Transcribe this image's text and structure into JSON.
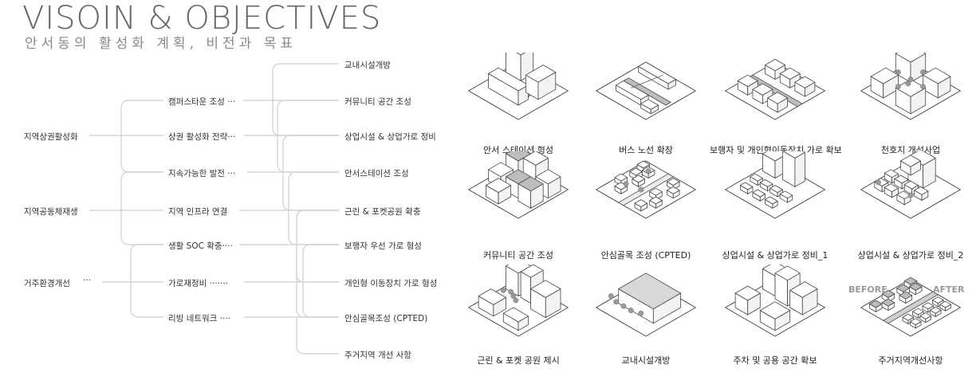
{
  "header": {
    "title": "VISOIN & OBJECTIVES",
    "subtitle": "안서동의 활성화 계획, 비전과 목표"
  },
  "goals": [
    "지역상권활성화",
    "지역공동체재생",
    "거주환경개선"
  ],
  "goal_suffix": "···",
  "strategies": [
    "캠퍼스타운 조성 ···",
    "상권 활성화 전략···",
    "지속가능한 발전 ···",
    "지역 인프라 연결",
    "생활 SOC 확충····",
    "가로재정비 ·······",
    "리빙 네트워크 ····"
  ],
  "actions": [
    "교내시설개방",
    "커뮤니티 공간 조성",
    "상업시설 & 상업가로 정비",
    "안서스테이션 조성",
    "근린 & 포켓공원 확충",
    "보행자 우선 가로 형성",
    "개인형 이동장치 가로 형성",
    "안심골목조성 (CPTED)",
    "주거지역 개선 사항"
  ],
  "images": [
    {
      "caption": "안서 스테이션  형성",
      "icon": "block-diagram-station"
    },
    {
      "caption": "버스 노선 확장",
      "icon": "block-diagram-bus-route"
    },
    {
      "caption": "보행자 및 개인형이동장치 가로 확보",
      "icon": "block-diagram-street"
    },
    {
      "caption": "천호지 개선사업",
      "icon": "block-diagram-lake"
    },
    {
      "caption": "커뮤니티 공간 조성",
      "icon": "block-diagram-community"
    },
    {
      "caption": "안심골목 조성 (CPTED)",
      "icon": "block-diagram-alley"
    },
    {
      "caption": "상업시설 & 상업가로 정비_1",
      "icon": "block-diagram-commercial-1"
    },
    {
      "caption": "상업시설 & 상업가로 정비_2",
      "icon": "block-diagram-commercial-2"
    },
    {
      "caption": "근린 & 포켓 공원 제시",
      "icon": "block-diagram-park"
    },
    {
      "caption": "교내시설개방",
      "icon": "block-diagram-campus"
    },
    {
      "caption": "주차 및 공용 공간 확보",
      "icon": "block-diagram-parking"
    },
    {
      "caption": "주거지역개선사항",
      "icon": "block-diagram-housing"
    }
  ],
  "before_after": {
    "before": "BEFORE",
    "after": "AFTER"
  },
  "colors": {
    "line": "#d6d6d6",
    "text": "#333333",
    "stroke": "#444444",
    "shade": "#bdbdbd"
  }
}
